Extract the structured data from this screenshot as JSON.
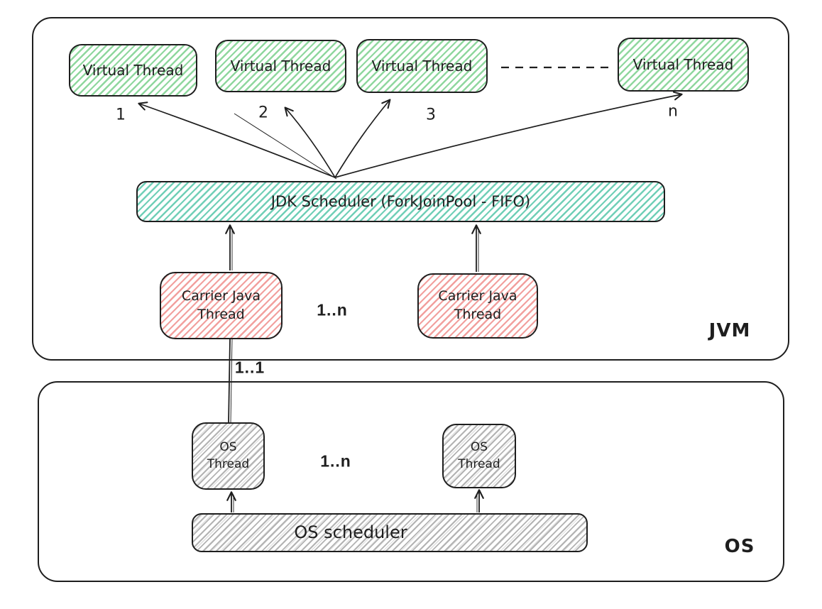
{
  "jvm": {
    "label": "JVM",
    "virtual_threads": [
      {
        "label": "Virtual Thread",
        "index": "1"
      },
      {
        "label": "Virtual Thread",
        "index": "2"
      },
      {
        "label": "Virtual Thread",
        "index": "3"
      },
      {
        "label": "Virtual Thread",
        "index": "n"
      }
    ],
    "scheduler_label": "JDK Scheduler (ForkJoinPool - FIFO)",
    "carrier_threads": [
      {
        "label": "Carrier Java Thread"
      },
      {
        "label": "Carrier Java Thread"
      }
    ],
    "carrier_multiplicity": "1..n"
  },
  "link": {
    "carrier_to_os_multiplicity": "1..1"
  },
  "os": {
    "label": "OS",
    "threads": [
      {
        "label": "OS Thread"
      },
      {
        "label": "OS Thread"
      }
    ],
    "thread_multiplicity": "1..n",
    "scheduler_label": "OS scheduler"
  },
  "colors": {
    "virtual_thread_hatch": "#8fd79e",
    "jdk_scheduler_hatch": "#70cfb7",
    "carrier_thread_hatch": "#f2a09e",
    "os_hatch": "#b3b3b3",
    "stroke": "#1e1e1e",
    "background": "#ffffff"
  }
}
